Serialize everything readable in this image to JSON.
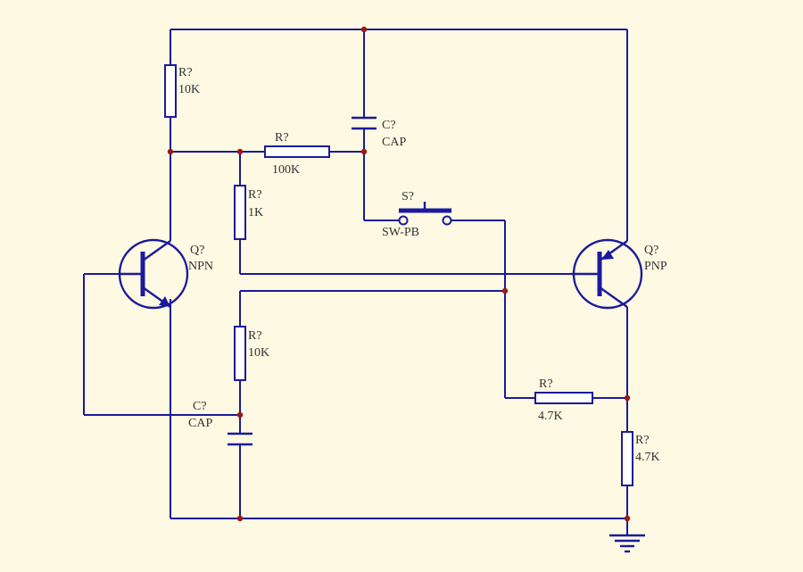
{
  "colors": {
    "background": "#fdf9e2",
    "wire": "#1b1a9c",
    "junction": "#9a1a14",
    "label": "#333333"
  },
  "components": {
    "r_top_left": {
      "ref": "R?",
      "value": "10K"
    },
    "r_100k": {
      "ref": "R?",
      "value": "100K"
    },
    "cap_top": {
      "ref": "C?",
      "value": "CAP"
    },
    "r_1k": {
      "ref": "R?",
      "value": "1K"
    },
    "switch": {
      "ref": "S?",
      "value": "SW-PB"
    },
    "q_npn": {
      "ref": "Q?",
      "value": "NPN"
    },
    "q_pnp": {
      "ref": "Q?",
      "value": "PNP"
    },
    "r_mid": {
      "ref": "R?",
      "value": "10K"
    },
    "cap_bottom": {
      "ref": "C?",
      "value": "CAP"
    },
    "r_horizontal": {
      "ref": "R?",
      "value": "4.7K"
    },
    "r_vertical": {
      "ref": "R?",
      "value": "4.7K"
    }
  },
  "icons": {
    "ground": "ground-icon"
  }
}
